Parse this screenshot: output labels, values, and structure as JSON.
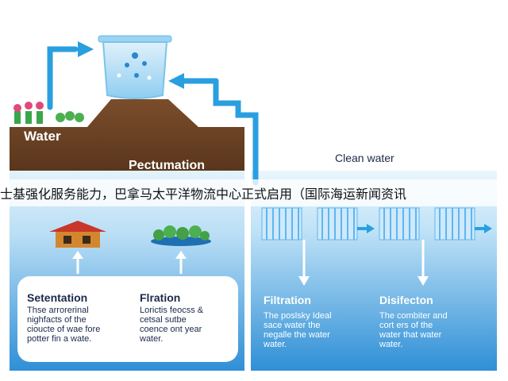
{
  "banner": {
    "text": "士基强化服务能力，巴拿马太平洋物流中心正式启用（国际海运新闻资讯"
  },
  "labels": {
    "water": "Water",
    "pectumation": "Pectumation",
    "clean_water": "Clean water"
  },
  "panels": {
    "setentation": {
      "title": "Setentation",
      "body": "Thse arrorerinal\nnighfacts of the\ncioucte of wae fore\npotter fin a wate."
    },
    "filtration_left": {
      "title": "Flration",
      "body": "Lorictis feocss &\ncetsal sutbe\ncoence ont year\nwater."
    },
    "filtration_right": {
      "title": "Filtration",
      "body": "The poslsky Ideal\nsace water the\nnegalle the water\nwater."
    },
    "disinfection": {
      "title": "Disifecton",
      "body": "The combiter and\ncort ers of the\nwater that water\nwater."
    }
  },
  "colors": {
    "pipe": "#2a9fe0",
    "soil": "#6e4526",
    "water_light": "#dff0fb",
    "water_dark": "#2f8fd6",
    "filter": "#5fb6ef"
  },
  "icons": [
    "house-icon",
    "trees-island-icon",
    "water-tank-icon",
    "flower-icon",
    "filter-column-icon",
    "arrow-icon"
  ]
}
